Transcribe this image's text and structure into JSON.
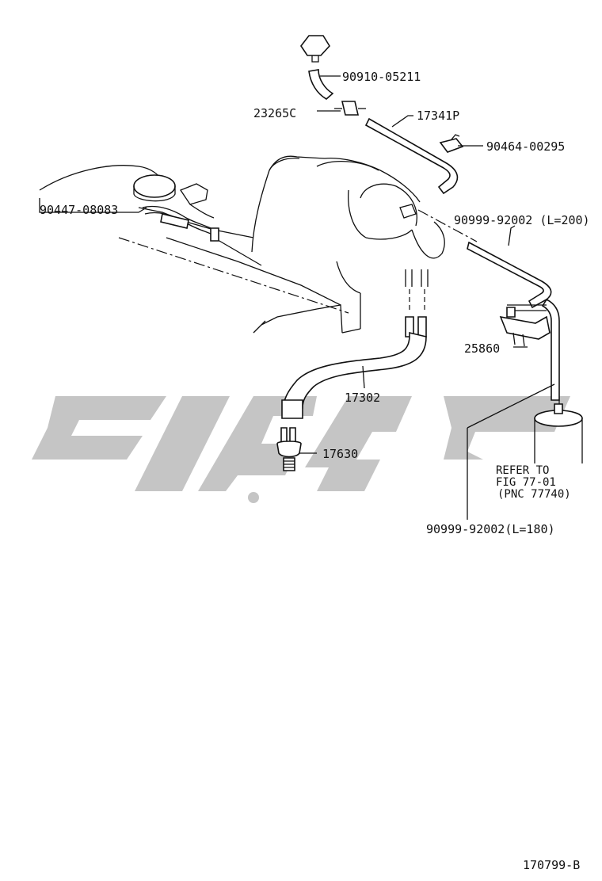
{
  "callouts": {
    "p_90910_05211": "90910-05211",
    "p_23265c": "23265C",
    "p_17341p": "17341P",
    "p_90464_00295": "90464-00295",
    "p_90447_08083": "90447-08083",
    "p_90999_92002_200": "90999-92002 (L=200)",
    "p_25860": "25860",
    "p_17302": "17302",
    "p_17630": "17630",
    "p_90999_92002_180": "90999-92002(L=180)"
  },
  "refer_note": {
    "line1": "REFER TO",
    "line2": "FIG 77-01",
    "line3": "(PNC 77740)"
  },
  "figure_id": "170799-B",
  "colors": {
    "line": "#111111",
    "watermark": "#bdbdbd",
    "background": "#ffffff"
  }
}
